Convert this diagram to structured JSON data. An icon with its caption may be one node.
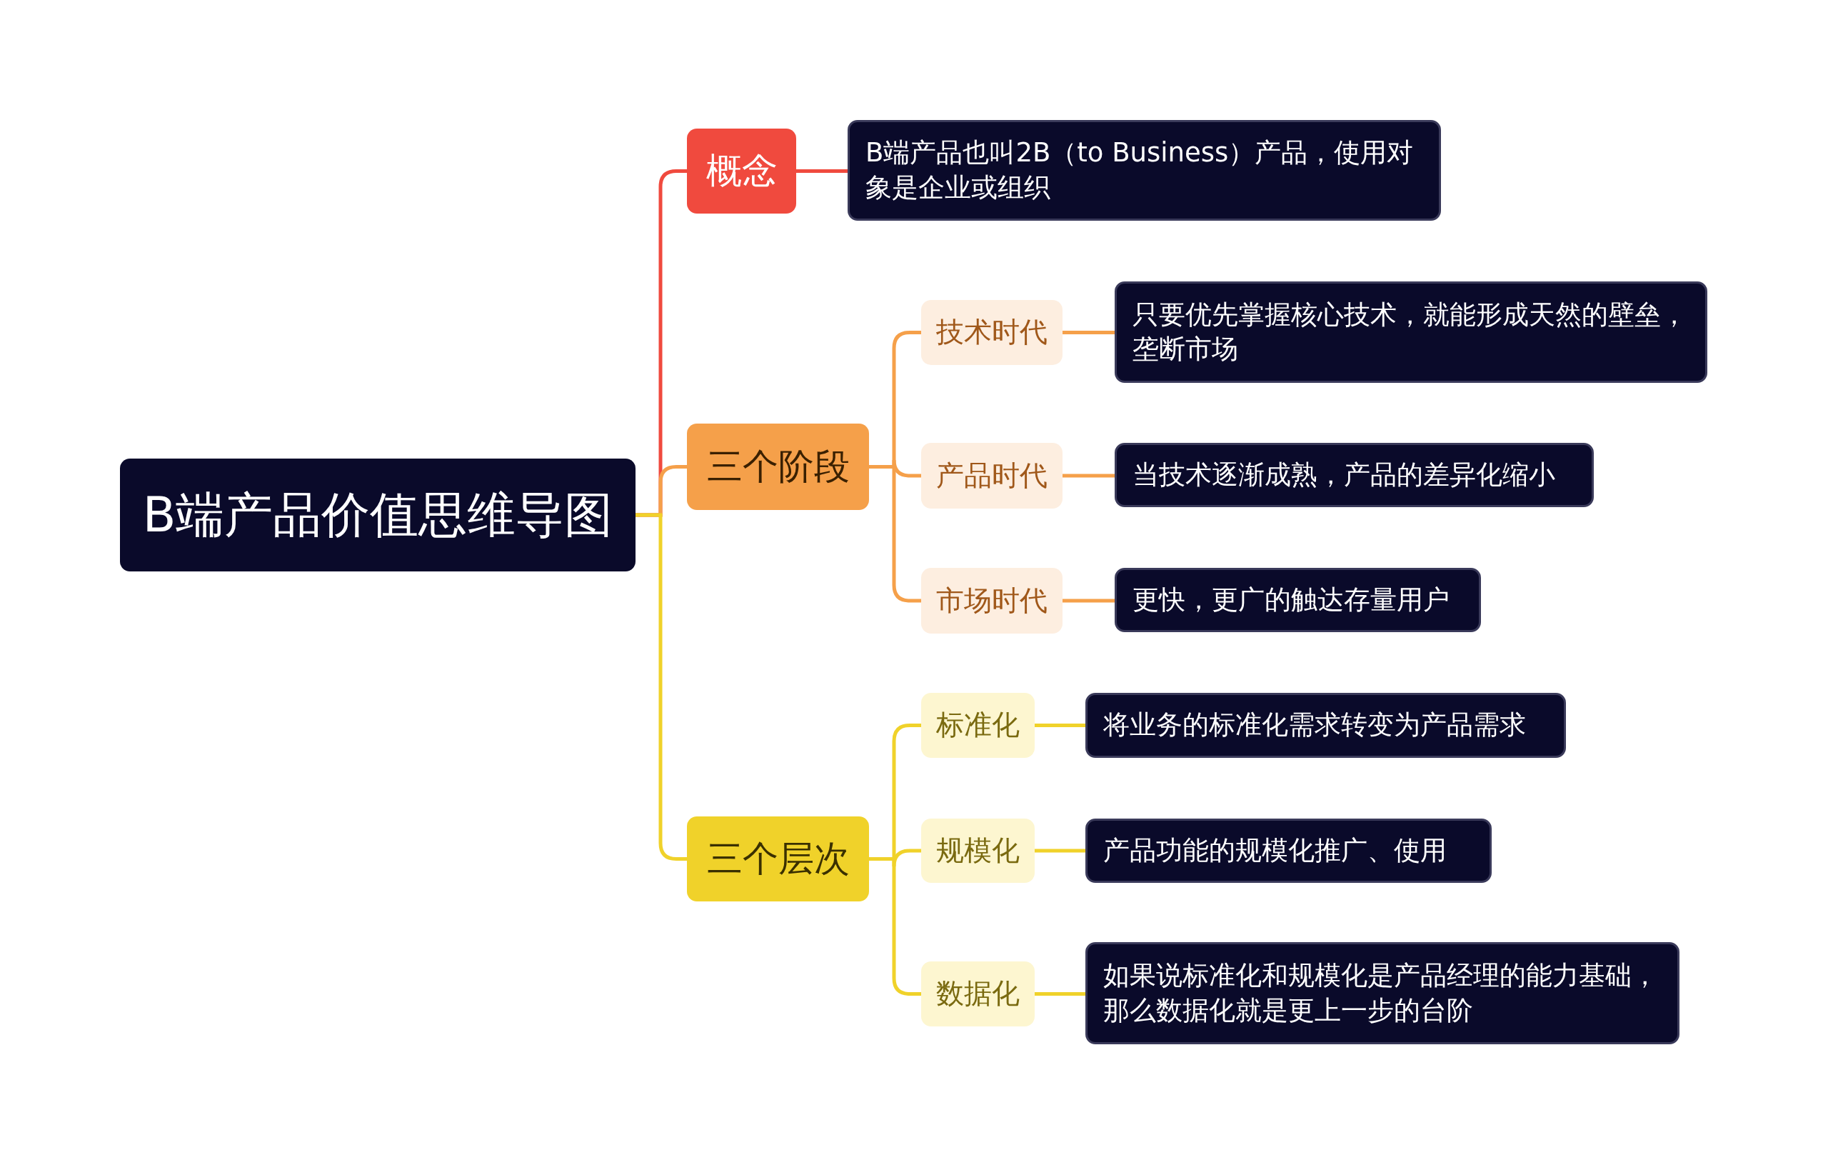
{
  "diagram": {
    "nodes": [
      {
        "text": [
          "B端产品价值思维导图"
        ]
      },
      {
        "text": [
          "概念"
        ]
      },
      {
        "text": [
          "B端产品也叫2B（to Business）产品，使用对象是企业或组织"
        ]
      },
      {
        "text": [
          "三个阶段"
        ]
      },
      {
        "text": [
          "技术时代"
        ]
      },
      {
        "text": [
          "只要优先掌握核心技术，就能形成天然的壁垒，垄断市场"
        ]
      },
      {
        "text": [
          "产品时代"
        ]
      },
      {
        "text": [
          "当技术逐渐成熟，产品的差异化缩小"
        ]
      },
      {
        "text": [
          "市场时代"
        ]
      },
      {
        "text": [
          "更快，更广的触达存量用户"
        ]
      },
      {
        "text": [
          "三个层次"
        ]
      },
      {
        "text": [
          "标准化"
        ]
      },
      {
        "text": [
          "将业务的标准化需求转变为产品需求"
        ]
      },
      {
        "text": [
          "规模化"
        ]
      },
      {
        "text": [
          "产品功能的规模化推广、使用"
        ]
      },
      {
        "text": [
          "数据化"
        ]
      },
      {
        "text": [
          "如果说标准化和规模化是产品经理的能力基础，那么数据化就是更上一步的台阶"
        ]
      }
    ],
    "edges": [
      {
        "from": 0,
        "to": 1,
        "arrow": "none",
        "color": "#f04a3e"
      },
      {
        "from": 1,
        "to": 2,
        "arrow": "none",
        "color": "#f04a3e"
      },
      {
        "from": 0,
        "to": 3,
        "arrow": "none",
        "color": "#f5a04a"
      },
      {
        "from": 3,
        "to": 4,
        "arrow": "none",
        "color": "#f5a04a"
      },
      {
        "from": 4,
        "to": 5,
        "arrow": "none",
        "color": "#f5a04a"
      },
      {
        "from": 3,
        "to": 6,
        "arrow": "none",
        "color": "#f5a04a"
      },
      {
        "from": 6,
        "to": 7,
        "arrow": "none",
        "color": "#f5a04a"
      },
      {
        "from": 3,
        "to": 8,
        "arrow": "none",
        "color": "#f5a04a"
      },
      {
        "from": 8,
        "to": 9,
        "arrow": "none",
        "color": "#f5a04a"
      },
      {
        "from": 0,
        "to": 10,
        "arrow": "none",
        "color": "#f0d22a"
      },
      {
        "from": 10,
        "to": 11,
        "arrow": "none",
        "color": "#f0d22a"
      },
      {
        "from": 11,
        "to": 12,
        "arrow": "none",
        "color": "#f0d22a"
      },
      {
        "from": 10,
        "to": 13,
        "arrow": "none",
        "color": "#f0d22a"
      },
      {
        "from": 13,
        "to": 14,
        "arrow": "none",
        "color": "#f0d22a"
      },
      {
        "from": 10,
        "to": 15,
        "arrow": "none",
        "color": "#f0d22a"
      },
      {
        "from": 15,
        "to": 16,
        "arrow": "none",
        "color": "#f0d22a"
      }
    ]
  }
}
